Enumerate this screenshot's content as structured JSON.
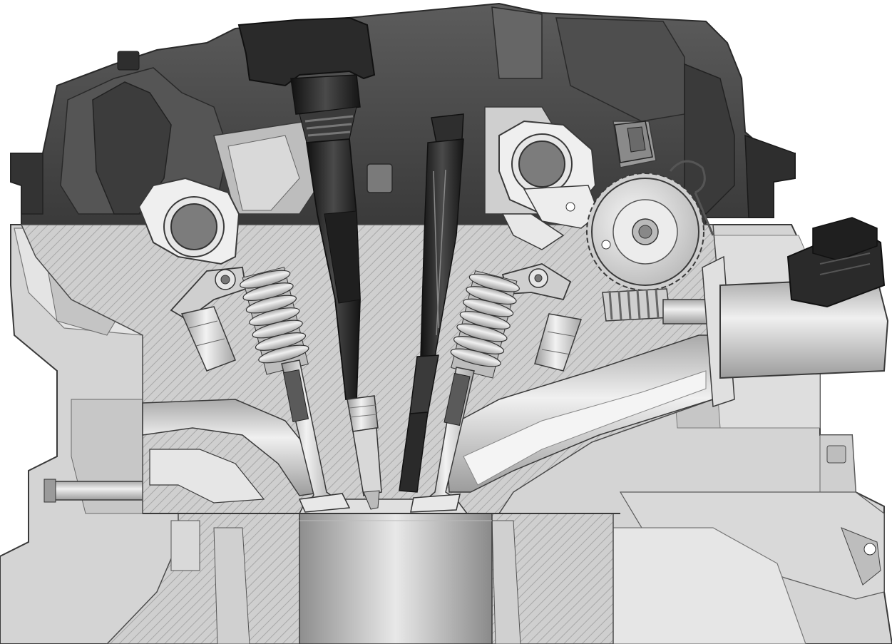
{
  "figure": {
    "colors": {
      "background": "#ffffff",
      "cover_dark": "#4a4a4a",
      "cover_darker": "#2e2e2e",
      "cover_mid": "#6a6a6a",
      "casting_light": "#d9d9d9",
      "casting_mid": "#bdbdbd",
      "casting_shadow": "#9a9a9a",
      "section_face": "#cfcfcf",
      "section_hatch": "#a8a8a8",
      "metal_highlight": "#f2f2f2",
      "outline": "#3a3a3a",
      "coil_black": "#1f1f1f",
      "coil_grey": "#3d3d3d"
    },
    "parts": [
      {
        "name": "valve-cover",
        "kind": "housing"
      },
      {
        "name": "ignition-coil",
        "kind": "coil"
      },
      {
        "name": "fuel-injector",
        "kind": "injector"
      },
      {
        "name": "intake-camshaft",
        "kind": "camshaft"
      },
      {
        "name": "exhaust-camshaft",
        "kind": "camshaft"
      },
      {
        "name": "intake-rocker-arm",
        "kind": "rocker"
      },
      {
        "name": "exhaust-rocker-arm",
        "kind": "rocker"
      },
      {
        "name": "intake-valve-spring",
        "kind": "spring"
      },
      {
        "name": "exhaust-valve-spring",
        "kind": "spring"
      },
      {
        "name": "intake-valve",
        "kind": "valve"
      },
      {
        "name": "exhaust-valve",
        "kind": "valve"
      },
      {
        "name": "spark-plug",
        "kind": "plug"
      },
      {
        "name": "eccentric-shaft-gear",
        "kind": "gear"
      },
      {
        "name": "worm-gear",
        "kind": "gear"
      },
      {
        "name": "servo-motor",
        "kind": "actuator"
      },
      {
        "name": "cylinder-head",
        "kind": "casting"
      },
      {
        "name": "cylinder-bore",
        "kind": "bore"
      }
    ]
  }
}
